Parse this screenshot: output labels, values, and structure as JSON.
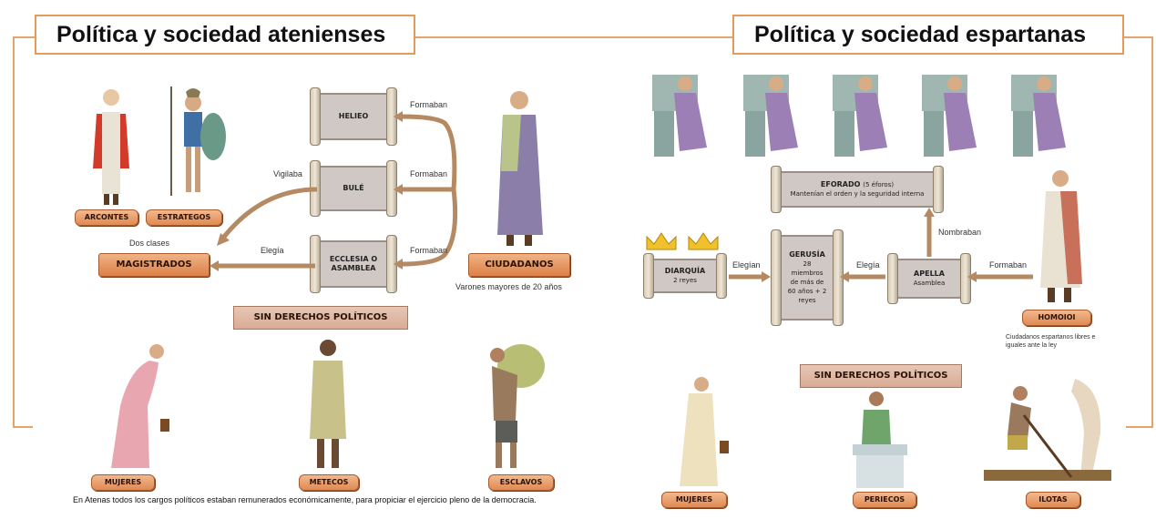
{
  "athens": {
    "title": "Política y sociedad atenienses",
    "scrolls": {
      "heliea": "HELIEO",
      "bule": "BULÉ",
      "ecclesia": "ECCLESIA O ASAMBLEA"
    },
    "labels": {
      "arcontes": "ARCONTES",
      "estrategos": "ESTRATEGOS",
      "magistrados": "MAGISTRADOS",
      "ciudadanos": "CIUDADANOS",
      "mujeres": "MUJERES",
      "metecos": "METECOS",
      "esclavos": "ESCLAVOS"
    },
    "arrows": {
      "formaban1": "Formaban",
      "formaban2": "Formaban",
      "formaban3": "Formaban",
      "vigilaba": "Vigilaba",
      "elegia": "Elegía",
      "dos_clases": "Dos clases"
    },
    "ciudadanos_note": "Varones mayores de 20 años",
    "sin_derechos": "SIN DERECHOS POLÍTICOS",
    "footer": "En Atenas todos los cargos políticos estaban remunerados económicamente, para propiciar el ejercicio pleno de la democracia."
  },
  "sparta": {
    "title": "Política y sociedad espartanas",
    "eforado": {
      "title": "EFORADO",
      "count": "(5 éforos)",
      "desc": "Mantenían el orden y la seguridad interna"
    },
    "diarquia": {
      "title": "DIARQUÍA",
      "sub": "2 reyes"
    },
    "gerusia": {
      "title": "GERUSÍA",
      "sub": "28 miembros de más de 60 años + 2 reyes"
    },
    "apella": {
      "title": "APELLA",
      "sub": "Asamblea"
    },
    "arrows": {
      "elegian": "Elegían",
      "elegia": "Elegía",
      "formaban": "Formaban",
      "nombraban": "Nombraban"
    },
    "labels": {
      "homoioi": "HOMOIOI",
      "mujeres": "MUJERES",
      "periecos": "PERIECOS",
      "ilotas": "ILOTAS"
    },
    "homoioi_note": "Ciudadanos espartanos libres e iguales ante la ley",
    "sin_derechos": "SIN DERECHOS POLÍTICOS"
  },
  "colors": {
    "frame": "#e6a36a",
    "label": "#e08a52",
    "scroll": "#cfc8c4",
    "arrow": "#b58a63"
  }
}
